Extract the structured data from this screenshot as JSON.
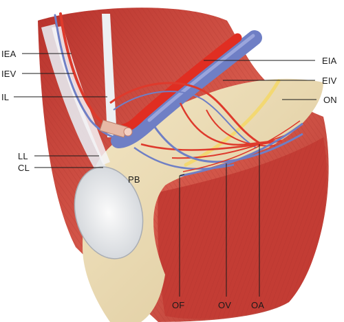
{
  "labels": {
    "iea": "IEA",
    "iev": "IEV",
    "il": "IL",
    "ll": "LL",
    "cl": "CL",
    "pb": "PB",
    "eia": "EIA",
    "eiv": "EIV",
    "on": "ON",
    "of": "OF",
    "ov": "OV",
    "oa": "OA"
  },
  "colors": {
    "muscle": "#c8423a",
    "muscle_light": "#e08a7c",
    "bone": "#ecdcb4",
    "artery": "#e2392b",
    "vein": "#7a86c8",
    "nerve": "#f2d470",
    "ligament": "#eceff3"
  }
}
